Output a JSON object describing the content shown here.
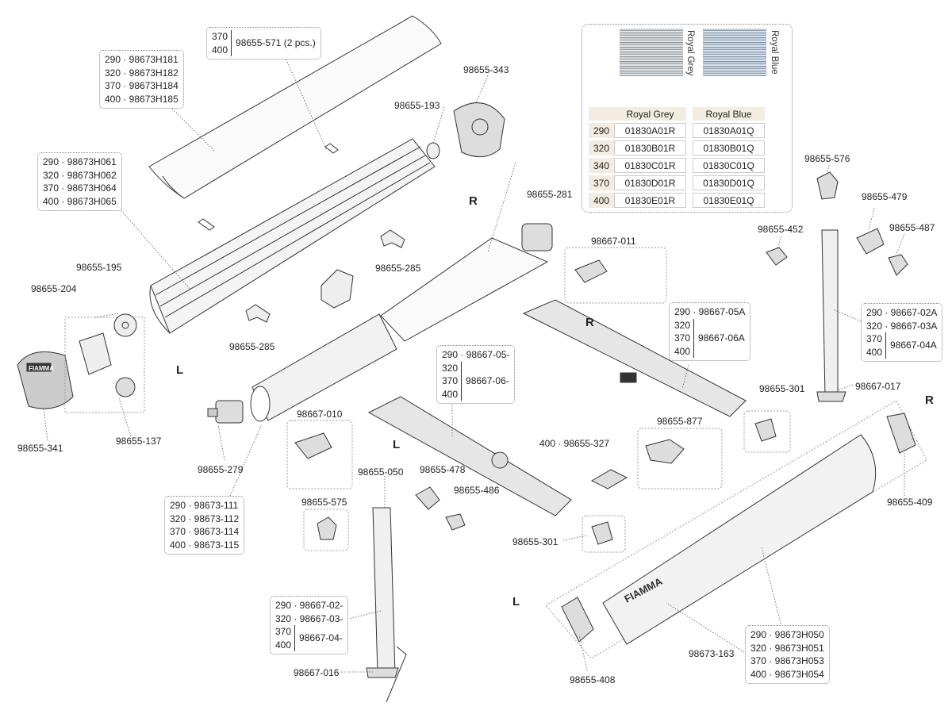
{
  "side_labels": {
    "r1": "R",
    "r2": "R",
    "r3": "R",
    "l1": "L",
    "l2": "L",
    "l3": "L"
  },
  "parts": {
    "p343": "98655-343",
    "p193": "98655-193",
    "p281": "98655-281",
    "p285a": "98655-285",
    "p285b": "98655-285",
    "p195": "98655-195",
    "p204": "98655-204",
    "p341": "98655-341",
    "p137": "98655-137",
    "p279": "98655-279",
    "p576": "98655-576",
    "p479": "98655-479",
    "p452": "98655-452",
    "p487": "98655-487",
    "p011": "98667-011",
    "p017": "98667-017",
    "p301a": "98655-301",
    "p877": "98655-877",
    "p010": "98667-010",
    "p327": "400 · 98655-327",
    "p050": "98655-050",
    "p478": "98655-478",
    "p486": "98655-486",
    "p575": "98655-575",
    "p301b": "98655-301",
    "p409": "98655-409",
    "p016": "98667-016",
    "p163": "98673-163",
    "p408": "98655-408"
  },
  "box_571": {
    "sizes": [
      "370",
      "400"
    ],
    "code": "98655-571 (2 pcs.)"
  },
  "box_h18": [
    "290 · 98673H181",
    "320 · 98673H182",
    "370 · 98673H184",
    "400 · 98673H185"
  ],
  "box_h06": [
    "290 · 98673H061",
    "320 · 98673H062",
    "370 · 98673H064",
    "400 · 98673H065"
  ],
  "box_111": [
    "290 · 98673-111",
    "320 · 98673-112",
    "370 · 98673-114",
    "400 · 98673-115"
  ],
  "box_05": {
    "first": "290 · 98667-05-",
    "sizes": [
      "320",
      "370",
      "400"
    ],
    "code": "98667-06-"
  },
  "box_05a": {
    "first": "290 · 98667-05A",
    "sizes": [
      "320",
      "370",
      "400"
    ],
    "code": "98667-06A"
  },
  "box_02a": {
    "rows": [
      "290 · 98667-02A",
      "320 · 98667-03A"
    ],
    "sizes": [
      "370",
      "400"
    ],
    "code": "98667-04A"
  },
  "box_02": {
    "rows": [
      "290 · 98667-02-",
      "320 · 98667-03-"
    ],
    "sizes": [
      "370",
      "400"
    ],
    "code": "98667-04-"
  },
  "box_h05": [
    "290 · 98673H050",
    "320 · 98673H051",
    "370 · 98673H053",
    "400 · 98673H054"
  ],
  "fabric": {
    "col_grey": "Royal Grey",
    "col_blue": "Royal Blue",
    "rows": [
      {
        "size": "290",
        "grey": "01830A01R",
        "blue": "01830A01Q"
      },
      {
        "size": "320",
        "grey": "01830B01R",
        "blue": "01830B01Q"
      },
      {
        "size": "340",
        "grey": "01830C01R",
        "blue": "01830C01Q"
      },
      {
        "size": "370",
        "grey": "01830D01R",
        "blue": "01830D01Q"
      },
      {
        "size": "400",
        "grey": "01830E01R",
        "blue": "01830E01Q"
      }
    ]
  },
  "brand": "FIAMMA"
}
